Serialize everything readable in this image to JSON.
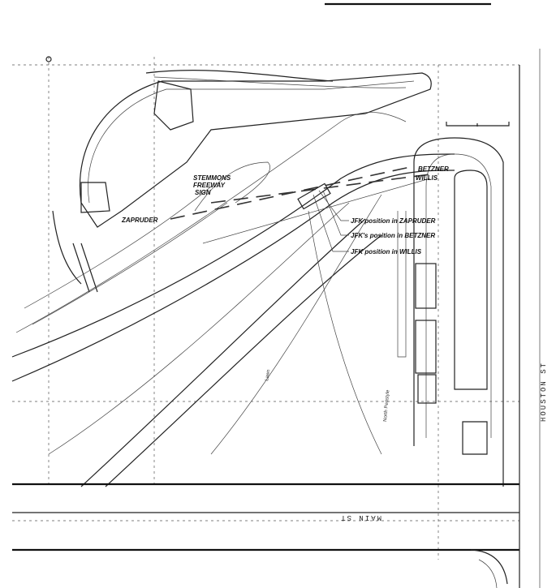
{
  "labels": {
    "stemmons_sign": [
      "STEMMONS",
      "FREEWAY",
      "SIGN"
    ],
    "betzner": "BETZNER",
    "willis": "WILLIS",
    "zapruder": "ZAPRUDER",
    "jfk_zapruder": "JFK position in ZAPRUDER",
    "jfk_betzner": "JFK's position in BETZNER",
    "jfk_willis": "JFK position in WILLIS",
    "lawn": "Lawn",
    "north_peristyle": "North Peristyle",
    "houston_st": "HOUSTON ST",
    "main_st": "MAIN ST"
  }
}
